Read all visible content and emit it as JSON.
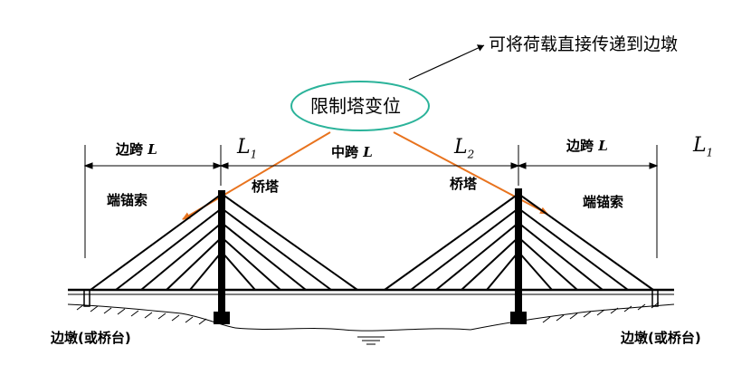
{
  "annotation_top": "可将荷载直接传递到边墩",
  "oval_label": "限制塔变位",
  "spans": {
    "side_left": "边跨",
    "side_left_symbol": "L",
    "l1_left": "L",
    "l1_left_sub": "1",
    "main": "中跨",
    "main_symbol": "L",
    "l2": "L",
    "l2_sub": "2",
    "side_right": "边跨",
    "side_right_symbol": "L",
    "l1_right": "L",
    "l1_right_sub": "1"
  },
  "labels": {
    "tower_left": "桥塔",
    "tower_right": "桥塔",
    "anchor_left": "端锚索",
    "anchor_right": "端锚索",
    "pier_left": "边墩(或桥台)",
    "pier_right": "边墩(或桥台)"
  },
  "colors": {
    "oval_stroke": "#2bb39a",
    "arrow_orange": "#e8731e",
    "ink": "#000000"
  }
}
